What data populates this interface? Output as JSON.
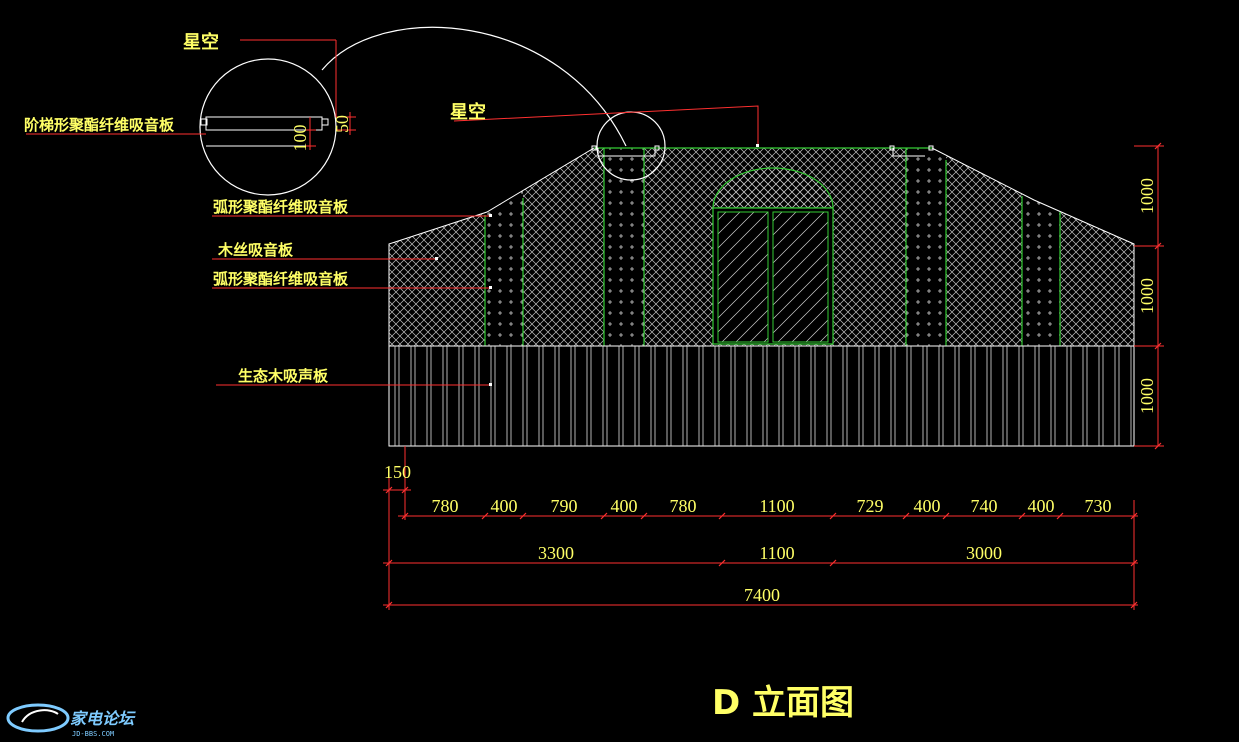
{
  "labels": {
    "star_sky_1": "星空",
    "star_sky_2": "星空",
    "stepped_panel": "阶梯形聚酯纤维吸音板",
    "arc_panel_1": "弧形聚酯纤维吸音板",
    "wood_wool": "木丝吸音板",
    "arc_panel_2": "弧形聚酯纤维吸音板",
    "eco_wood": "生态木吸声板"
  },
  "detail_dims": {
    "d50": "50",
    "d100": "100"
  },
  "vertical_dims": [
    "1000",
    "1000",
    "1000"
  ],
  "offset_dim": "150",
  "row1_dims": [
    "780",
    "400",
    "790",
    "400",
    "780",
    "1100",
    "729",
    "400",
    "740",
    "400",
    "730"
  ],
  "row2_dims": [
    "3300",
    "1100",
    "3000"
  ],
  "total_dim": "7400",
  "title": "D 立面图",
  "watermark": {
    "name": "家电论坛",
    "url": "JD-BBS.COM"
  },
  "colors": {
    "background": "#000000",
    "text": "#ffff66",
    "leader": "#ff3030",
    "outline": "#ffffff",
    "frame": "#33cc33"
  }
}
